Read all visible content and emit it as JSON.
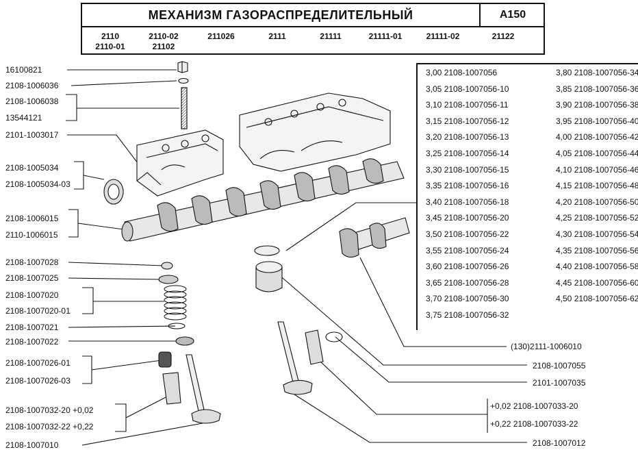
{
  "header": {
    "title": "МЕХАНИЗМ ГАЗОРАСПРЕДЕЛИТЕЛЬНЫЙ",
    "code": "A150",
    "models": [
      "2110\n2110-01",
      "2110-02\n21102",
      "211026",
      "2111",
      "21111",
      "21111-01",
      "21111-02",
      "21122"
    ]
  },
  "left_labels": {
    "l1": "16100821",
    "l2": "2108-1006036",
    "l3": "2108-1006038",
    "l4": "13544121",
    "l5": "2101-1003017",
    "l6": "2108-1005034",
    "l7": "2108-1005034-03",
    "l8": "2108-1006015",
    "l9": "2110-1006015",
    "l10": "2108-1007028",
    "l11": "2108-1007025",
    "l12": "2108-1007020",
    "l13": "2108-1007020-01",
    "l14": "2108-1007021",
    "l15": "2108-1007022",
    "l16": "2108-1007026-01",
    "l17": "2108-1007026-03",
    "l18": "2108-1007032-20 +0,02",
    "l19": "2108-1007032-22 +0,22",
    "l20": "2108-1007010"
  },
  "right_labels": {
    "r1": "(130)2111-1006010",
    "r2": "2108-1007055",
    "r3": "2101-1007035",
    "r4": "+0,02 2108-1007033-20",
    "r5": "+0,22 2108-1007033-22",
    "r6": "2108-1007012"
  },
  "shim_table": [
    [
      "3,00    2108-1007056",
      "3,80 2108-1007056-34"
    ],
    [
      "3,05 2108-1007056-10",
      "3,85 2108-1007056-36"
    ],
    [
      "3,10 2108-1007056-11",
      "3,90 2108-1007056-38"
    ],
    [
      "3,15 2108-1007056-12",
      "3,95 2108-1007056-40"
    ],
    [
      "3,20 2108-1007056-13",
      "4,00 2108-1007056-42"
    ],
    [
      "3,25 2108-1007056-14",
      "4,05 2108-1007056-44"
    ],
    [
      "3,30 2108-1007056-15",
      "4,10 2108-1007056-46"
    ],
    [
      "3,35 2108-1007056-16",
      "4,15 2108-1007056-48"
    ],
    [
      "3,40 2108-1007056-18",
      "4,20 2108-1007056-50"
    ],
    [
      "3,45 2108-1007056-20",
      "4,25 2108-1007056-52"
    ],
    [
      "3,50 2108-1007056-22",
      "4,30 2108-1007056-54"
    ],
    [
      "3,55 2108-1007056-24",
      "4,35 2108-1007056-56"
    ],
    [
      "3,60 2108-1007056-26",
      "4,40 2108-1007056-58"
    ],
    [
      "3,65 2108-1007056-28",
      "4,45 2108-1007056-60"
    ],
    [
      "3,70 2108-1007056-30",
      "4,50 2108-1007056-62"
    ],
    [
      "3,75 2108-1007056-32",
      ""
    ]
  ]
}
